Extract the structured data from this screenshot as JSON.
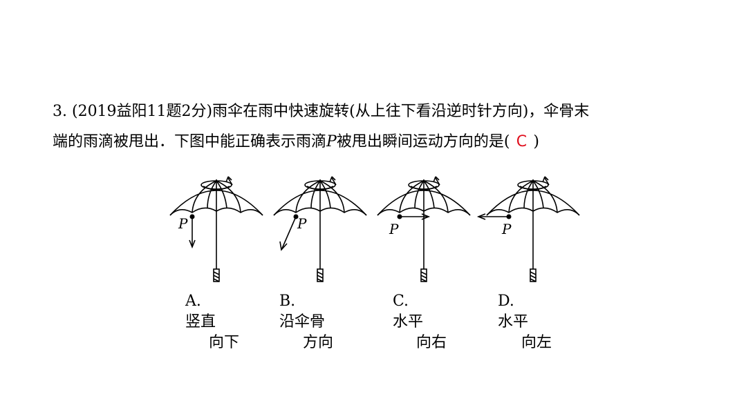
{
  "question": {
    "line1": "3. (2019益阳11题2分)雨伞在雨中快速旋转(从上往下看沿逆时针方向)，伞骨末",
    "line2_before": "端的雨滴被甩出．下图中能正确表示雨滴",
    "line2_var": "P",
    "line2_after": "被甩出瞬间运动方向的是(",
    "answer": "C",
    "close_paren": ")"
  },
  "options": [
    {
      "letter": "A.",
      "line1": "竖直",
      "line2": "向下",
      "point": "P"
    },
    {
      "letter": "B.",
      "line1": "沿伞骨",
      "line2": "方向",
      "point": "P"
    },
    {
      "letter": "C.",
      "line1": "水平",
      "line2": "向右",
      "point": "P"
    },
    {
      "letter": "D.",
      "line1": "水平",
      "line2": "向左",
      "point": "P"
    }
  ],
  "colors": {
    "text": "#000000",
    "answer": "#e0101e"
  }
}
